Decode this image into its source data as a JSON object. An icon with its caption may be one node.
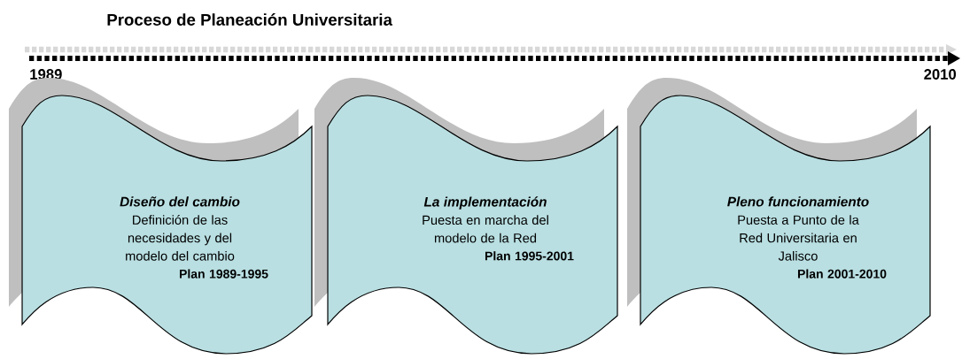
{
  "diagram": {
    "title": "Proceso de Planeación Universitaria",
    "nodes": [
      {
        "text": [
          "Diseño del cambio",
          "Definición de las necesidades y del modelo del cambio",
          "Plan 1989-1995"
        ]
      },
      {
        "text": [
          "La implementación",
          "Puesta en marcha del modelo de la Red",
          "Plan 1995-2001"
        ]
      },
      {
        "text": [
          "Pleno funcionamiento",
          "Puesta a Punto de la Red Universitaria en Jalisco",
          "Plan 2001-2010"
        ]
      }
    ],
    "labels": [
      "1989",
      "2010"
    ]
  }
}
